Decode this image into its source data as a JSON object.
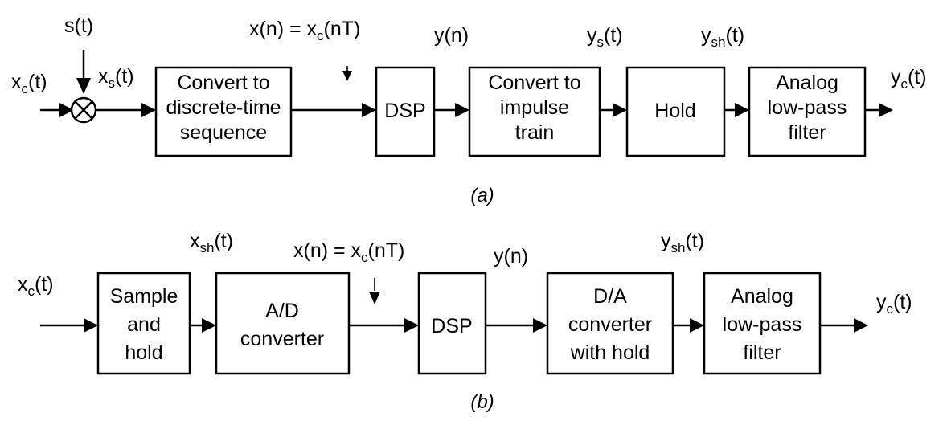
{
  "diagram_a": {
    "blocks": {
      "convert_dt": [
        "Convert to",
        "discrete-time",
        "sequence"
      ],
      "dsp": [
        "DSP"
      ],
      "convert_it": [
        "Convert to",
        "impulse",
        "train"
      ],
      "hold": [
        "Hold"
      ],
      "lpf": [
        "Analog",
        "low-pass",
        "filter"
      ]
    },
    "signals": {
      "in": {
        "base": "x",
        "sub": "c",
        "arg": "(t)"
      },
      "s": {
        "base": "s(t)",
        "sub": "",
        "arg": ""
      },
      "xs": {
        "base": "x",
        "sub": "s",
        "arg": "(t)"
      },
      "xn": {
        "pre": "x(n) = x",
        "sub": "c",
        "arg": "(nT)"
      },
      "yn": {
        "base": "y(n)",
        "sub": "",
        "arg": ""
      },
      "ys": {
        "base": "y",
        "sub": "s",
        "arg": "(t)"
      },
      "ysh": {
        "base": "y",
        "sub": "sh",
        "arg": "(t)"
      },
      "out": {
        "base": "y",
        "sub": "c",
        "arg": "(t)"
      }
    },
    "caption": "(a)"
  },
  "diagram_b": {
    "blocks": {
      "sh": [
        "Sample",
        "and",
        "hold"
      ],
      "ad": [
        "A/D",
        "converter"
      ],
      "dsp": [
        "DSP"
      ],
      "da": [
        "D/A",
        "converter",
        "with hold"
      ],
      "lpf": [
        "Analog",
        "low-pass",
        "filter"
      ]
    },
    "signals": {
      "in": {
        "base": "x",
        "sub": "c",
        "arg": "(t)"
      },
      "xsh": {
        "base": "x",
        "sub": "sh",
        "arg": "(t)"
      },
      "xn": {
        "pre": "x(n) = x",
        "sub": "c",
        "arg": "(nT)"
      },
      "yn": {
        "base": "y(n)",
        "sub": "",
        "arg": ""
      },
      "ysh": {
        "base": "y",
        "sub": "sh",
        "arg": "(t)"
      },
      "out": {
        "base": "y",
        "sub": "c",
        "arg": "(t)"
      }
    },
    "caption": "(b)"
  }
}
